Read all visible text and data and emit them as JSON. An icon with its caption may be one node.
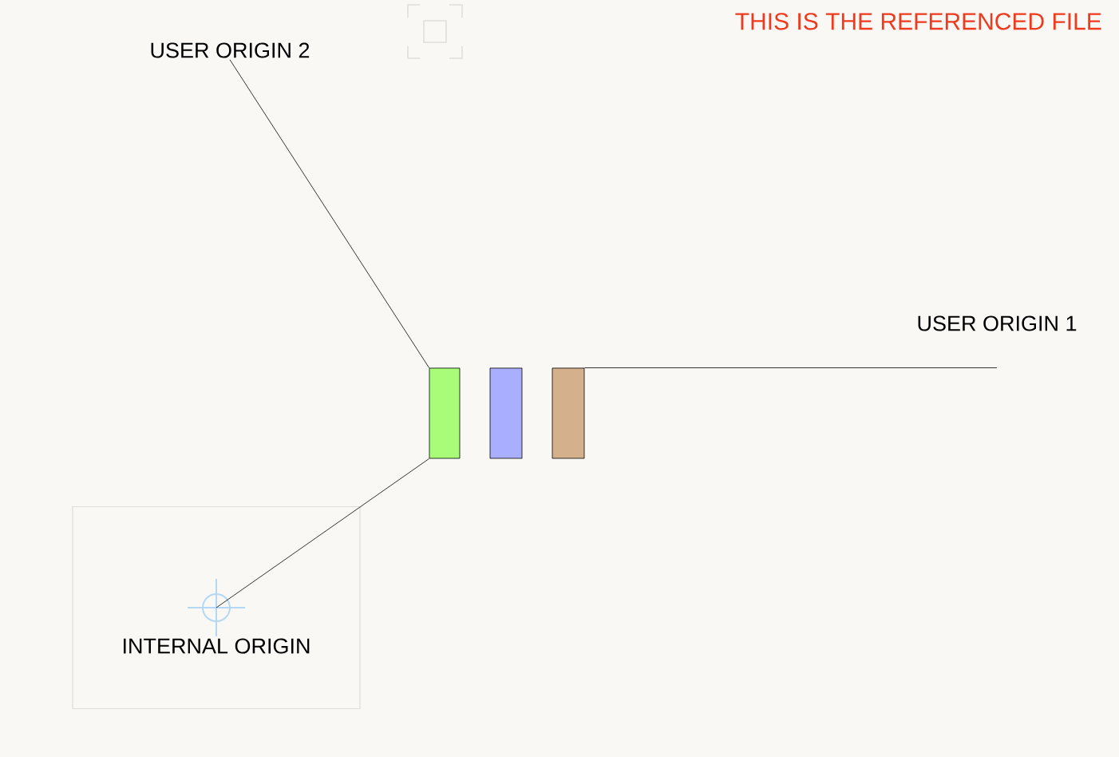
{
  "diagram": {
    "nodes": [
      {
        "text": [
          "USER ORIGIN 2"
        ]
      },
      {
        "text": [
          "USER ORIGIN 1"
        ]
      },
      {
        "text": [],
        "shape": "bar"
      },
      {
        "text": [],
        "shape": "bar"
      },
      {
        "text": [],
        "shape": "bar"
      },
      {
        "text": [
          "INTERNAL ORIGIN"
        ]
      },
      {
        "text": [],
        "shape": "circle",
        "in": 5
      }
    ],
    "edges": [
      {
        "from": 0,
        "to": 2,
        "arrow": "none"
      },
      {
        "from": 1,
        "to": 4,
        "arrow": "none"
      },
      {
        "from": 2,
        "to": 6,
        "arrow": "none"
      }
    ],
    "labels": [
      "THIS IS THE REFERENCED FILE"
    ]
  }
}
